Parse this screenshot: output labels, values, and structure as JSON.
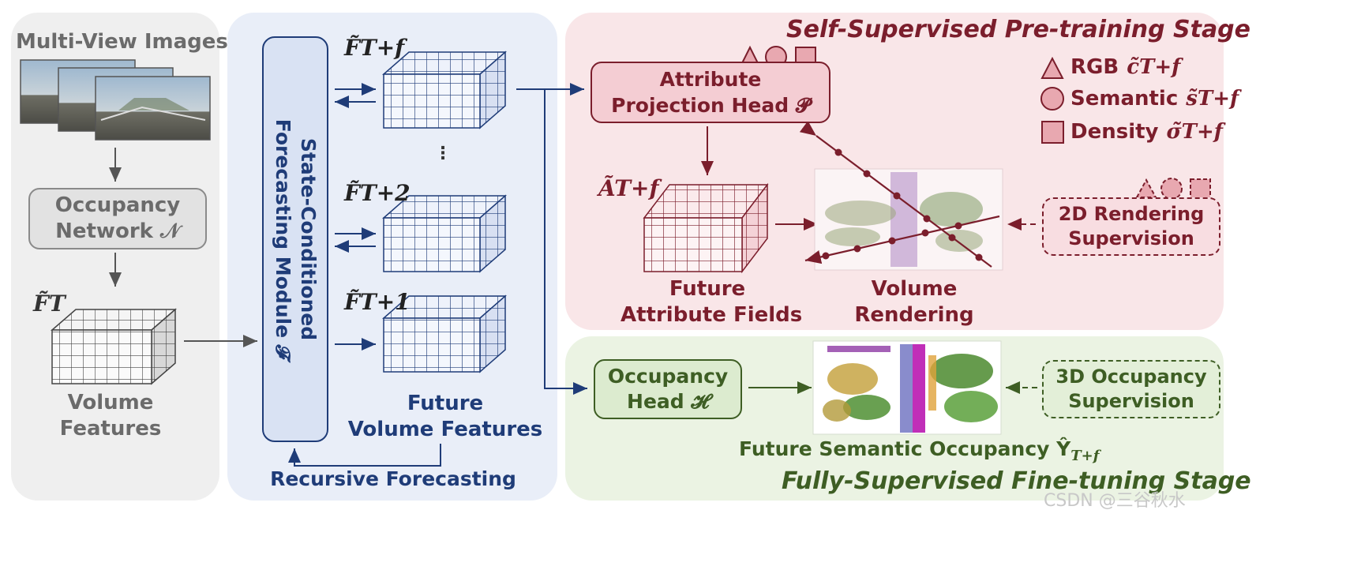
{
  "panels": {
    "input": {
      "title": "Multi-View Images",
      "occupancy_network": [
        "Occupancy",
        "Network 𝒩"
      ],
      "volume_label": [
        "Volume",
        "Features"
      ],
      "feature_symbol": "F̃T"
    },
    "forecast": {
      "module_label": [
        "State-Conditioned",
        "Forecasting  Module 𝓕"
      ],
      "feature_symbols": [
        "F̃T+f",
        "F̃T+2",
        "F̃T+1"
      ],
      "ellipsis": "⋮",
      "future_label": [
        "Future",
        "Volume Features"
      ],
      "recursive_label": "Recursive Forecasting"
    },
    "pretrain": {
      "stage_title": "Self-Supervised Pre-training Stage",
      "attr_head": [
        "Attribute",
        "Projection Head 𝓟"
      ],
      "attr_symbol": "ÃT+f",
      "fields_label": [
        "Future",
        "Attribute Fields"
      ],
      "render_label": [
        "Volume",
        "Rendering"
      ],
      "supervision": [
        "2D Rendering",
        "Supervision"
      ],
      "legend": [
        {
          "shape": "triangle",
          "label": "RGB",
          "symbol": "c̃T+f"
        },
        {
          "shape": "circle",
          "label": "Semantic",
          "symbol": "s̃T+f"
        },
        {
          "shape": "square",
          "label": "Density",
          "symbol": "σ̃T+f"
        }
      ]
    },
    "finetune": {
      "stage_title": "Fully-Supervised Fine-tuning Stage",
      "occ_head": [
        "Occupancy",
        "Head 𝓗"
      ],
      "supervision": [
        "3D Occupancy",
        "Supervision"
      ],
      "output_label": "Future Semantic Occupancy Ŷ",
      "output_sub": "T+f"
    }
  },
  "watermark": "CSDN @三谷秋水",
  "colors": {
    "navy": "#1f3c78",
    "red": "#7b1e2c",
    "green": "#3e5e24",
    "gray": "#6b6b6b"
  }
}
